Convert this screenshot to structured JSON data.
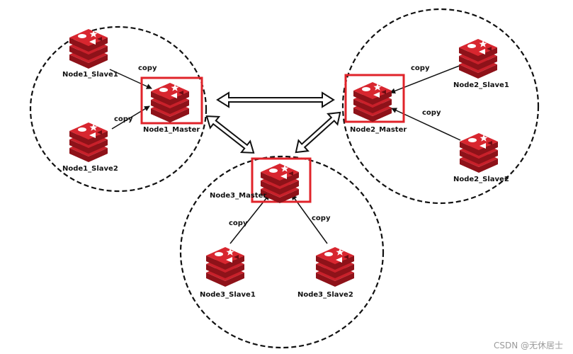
{
  "copy_label": "copy",
  "watermark": "CSDN @无休居士",
  "colors": {
    "redis_red": "#c8202a",
    "redis_dark": "#8e1219",
    "master_frame": "#e0232a",
    "line": "#111111"
  },
  "icon": "redis-logo-icon",
  "clusters": [
    {
      "id": "node1",
      "master": "Node1_Master",
      "slaves": [
        "Node1_Slave1",
        "Node1_Slave2"
      ]
    },
    {
      "id": "node2",
      "master": "Node2_Master",
      "slaves": [
        "Node2_Slave1",
        "Node2_Slave2"
      ]
    },
    {
      "id": "node3",
      "master": "Node3_Master",
      "slaves": [
        "Node3_Slave1",
        "Node3_Slave2"
      ]
    }
  ]
}
